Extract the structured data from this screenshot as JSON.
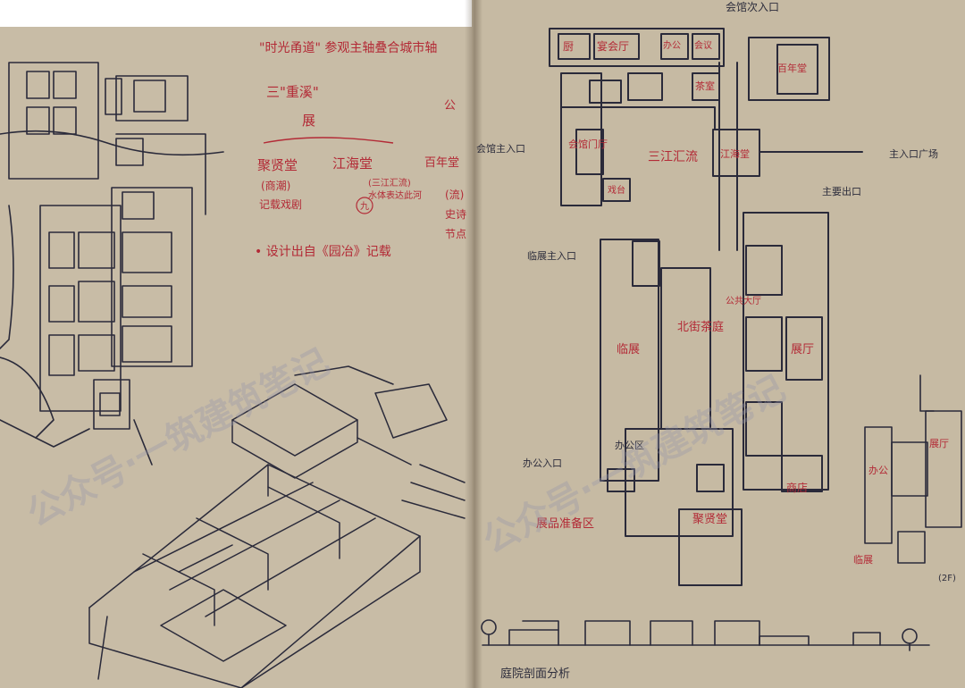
{
  "left_page": {
    "notes": {
      "line1": "\"时光甬道\"  参观主轴叠合城市轴",
      "line2": "三\"重溪\"",
      "line3": "展",
      "hall_a": "聚贤堂",
      "hall_b": "江海堂",
      "hall_c": "百年堂",
      "sub_a1": "(商潮)",
      "sub_a2": "记载戏剧",
      "sub_b1": "(三江汇流)",
      "sub_b2": "水体表达此河",
      "sub_c1": "(流)",
      "sub_c2": "史诗",
      "sub_c3": "节点",
      "sub_c0": "公",
      "dot_line": "• 设计出自《园冶》记载",
      "circle_num": "九"
    }
  },
  "right_page": {
    "labels": {
      "entrance_top": "会馆次入口",
      "entrance_left": "会馆主入口",
      "main_square": "主入口广场",
      "main_exit": "主要出口",
      "temp_entrance": "临展主入口",
      "office_entrance": "办公入口",
      "office": "办公区",
      "kitchen": "厨",
      "banquet": "宴会厅",
      "office_top": "办公",
      "meeting": "会议",
      "guild_hall": "会馆门厅",
      "tea": "茶室",
      "hundred_year_hall": "百年堂",
      "stage": "戏台",
      "three_rivers": "三江汇流",
      "jianghai": "江海堂",
      "temp_exhibit": "临展",
      "north_street": "北街茶庭",
      "public_lobby": "公共大厅",
      "exhibit_hall": "展厅",
      "shop": "商店",
      "prep_area": "展品准备区",
      "juxian_hall": "聚贤堂",
      "section_title": "庭院剖面分析",
      "small_exhibit": "展厅",
      "small_office": "办公",
      "small_temp": "临展",
      "floor": "(2F)"
    }
  },
  "watermark": {
    "left": "公众号·一筑建筑笔记",
    "right": "公众号·一筑建筑笔记"
  },
  "colors": {
    "paper": "#c8bca6",
    "ink": "#2a2a3a",
    "red_ink": "#b32a36"
  }
}
